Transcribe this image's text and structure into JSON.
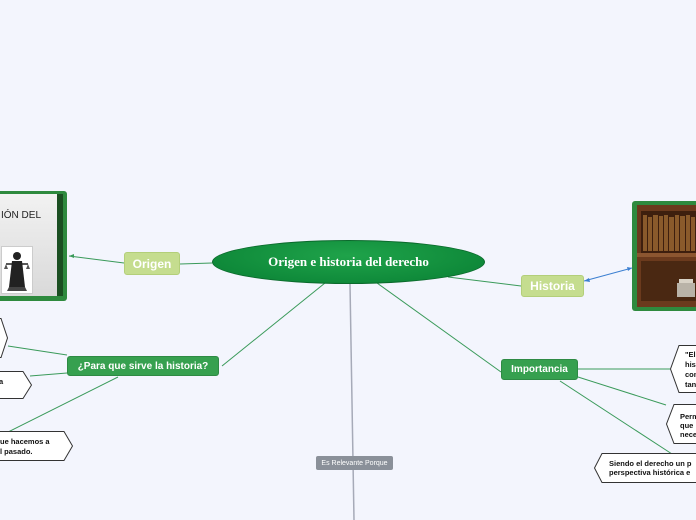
{
  "central": {
    "title": "Origen e historia del derecho"
  },
  "branches": {
    "origen": "Origen",
    "historia": "Historia",
    "para_que": "¿Para que sirve la historia?",
    "importancia": "Importancia",
    "relevante": "Es Relevante Porque"
  },
  "left_image": {
    "caption": "IÓN DEL"
  },
  "callouts": {
    "left_mid": "a",
    "left_low_1": "ue hacemos a",
    "left_low_2": "l pasado.",
    "right_1a": "\"El",
    "right_1b": "his",
    "right_1c": "con",
    "right_1d": "tan",
    "right_2a": "Perm",
    "right_2b": "que",
    "right_2c": "nece",
    "right_3a": "Siendo el derecho un p",
    "right_3b": "perspectiva histórica e"
  },
  "colors": {
    "background": "#f3f5fd",
    "central": "#0f8a3a",
    "light_node": "#c5dd8f",
    "dark_node": "#36a04f",
    "gray_node": "#8a9099",
    "line_green": "#3a9a5a",
    "line_blue": "#3b7fd1"
  }
}
